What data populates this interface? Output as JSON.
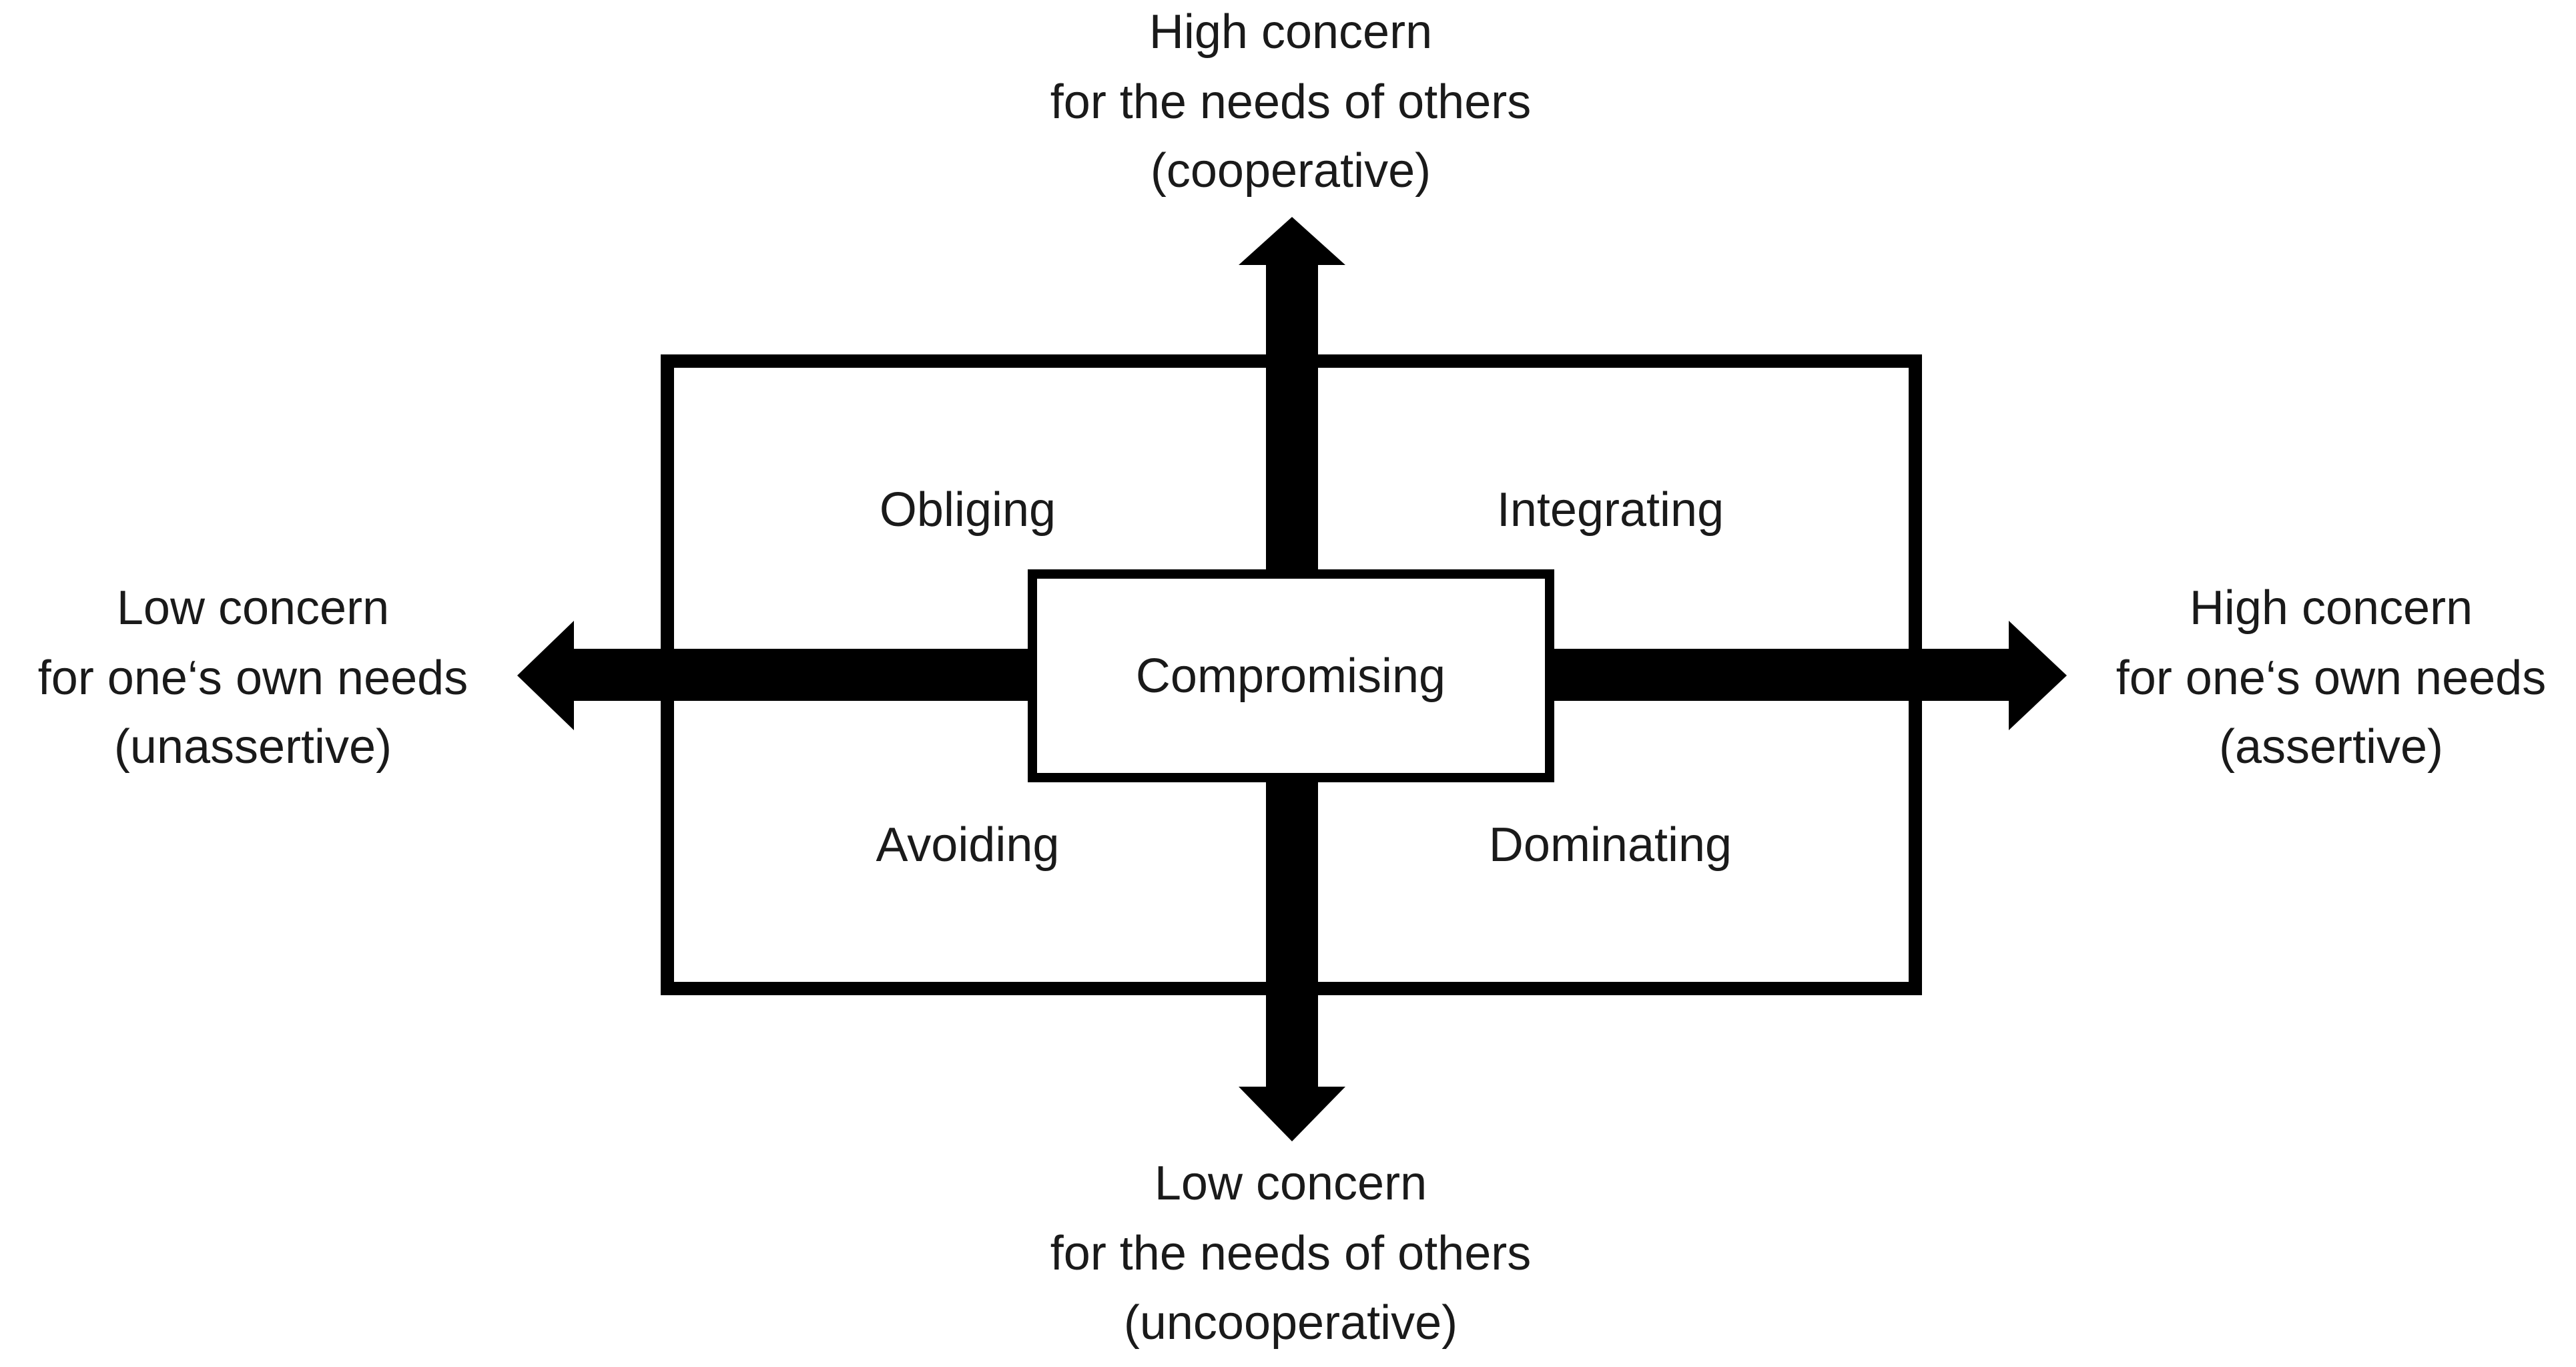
{
  "colors": {
    "background": "#ffffff",
    "ink": "#000000",
    "text": "#1a1a1a"
  },
  "axes": {
    "top": {
      "line1": "High concern",
      "line2": "for the needs of others",
      "line3": "(cooperative)"
    },
    "bottom": {
      "line1": "Low concern",
      "line2": "for the needs of others",
      "line3": "(uncooperative)"
    },
    "left": {
      "line1": "Low concern",
      "line2": "for one‘s own needs",
      "line3": "(unassertive)"
    },
    "right": {
      "line1": "High concern",
      "line2": "for one‘s own needs",
      "line3": "(assertive)"
    }
  },
  "quadrants": {
    "top_left": "Obliging",
    "top_right": "Integrating",
    "bottom_left": "Avoiding",
    "bottom_right": "Dominating",
    "center": "Compromising"
  }
}
